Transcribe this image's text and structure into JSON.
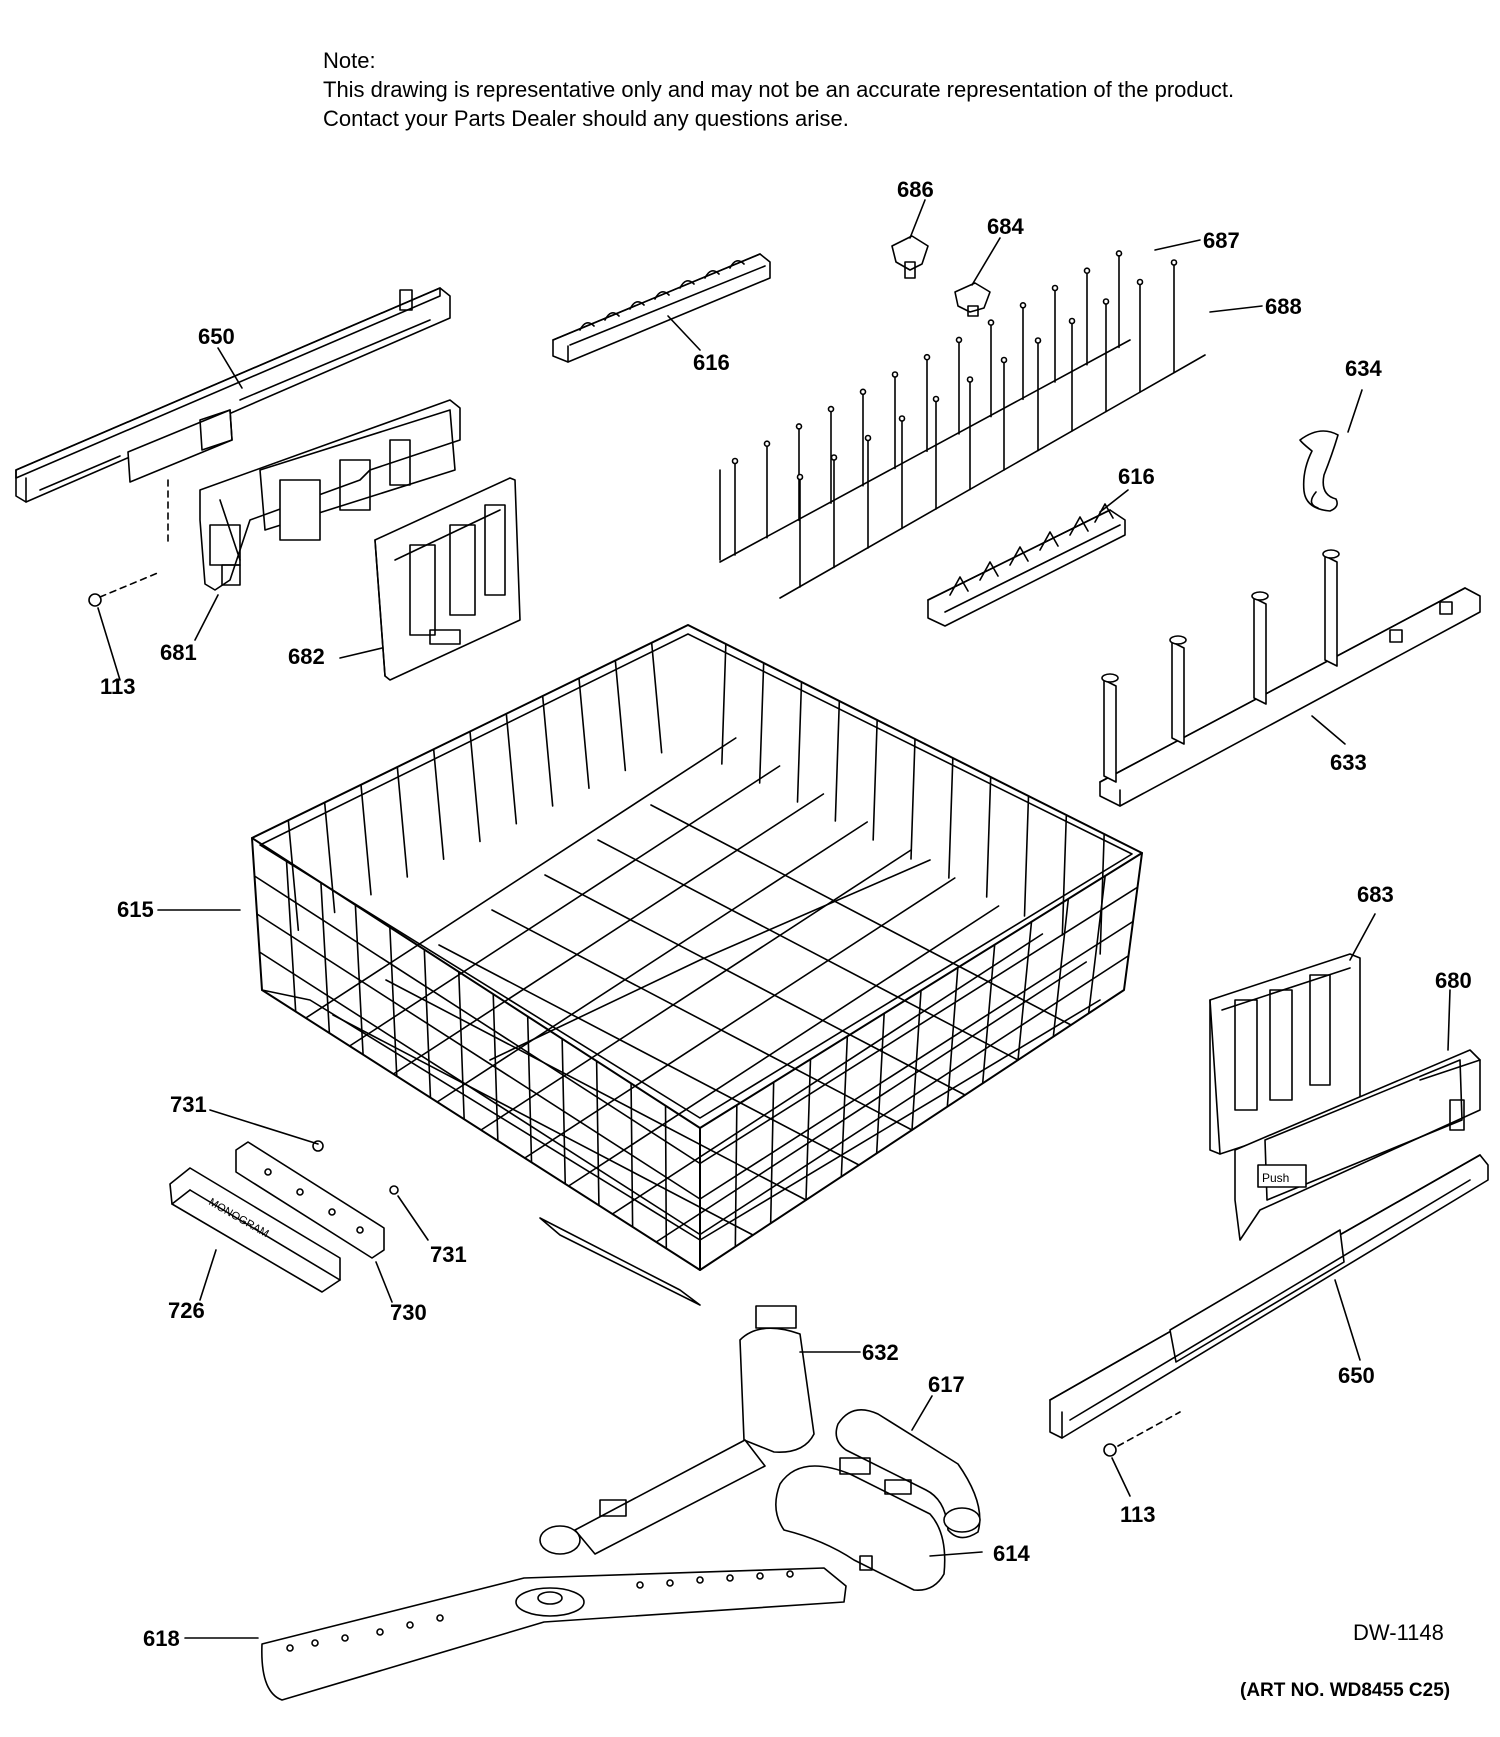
{
  "note": {
    "heading": "Note:",
    "line1": "This drawing is representative only and may not be an accurate representation of the product.",
    "line2": "Contact your Parts Dealer should any questions arise."
  },
  "drawing_id": "DW-1148",
  "art_number": "(ART NO. WD8455 C25)",
  "parts": [
    {
      "id": "686",
      "name": "clip-686"
    },
    {
      "id": "684",
      "name": "clip-684"
    },
    {
      "id": "687",
      "name": "tine-row-687"
    },
    {
      "id": "688",
      "name": "tine-row-688"
    },
    {
      "id": "650",
      "name": "rail-650-left"
    },
    {
      "id": "616",
      "name": "rack-clip-616-top"
    },
    {
      "id": "634",
      "name": "clip-634"
    },
    {
      "id": "616",
      "name": "rack-clip-616-middle"
    },
    {
      "id": "681",
      "name": "adjuster-681"
    },
    {
      "id": "682",
      "name": "cover-682"
    },
    {
      "id": "113",
      "name": "screw-113-left"
    },
    {
      "id": "633",
      "name": "spray-manifold-633"
    },
    {
      "id": "615",
      "name": "upper-rack-615"
    },
    {
      "id": "683",
      "name": "cover-683"
    },
    {
      "id": "680",
      "name": "adjuster-680"
    },
    {
      "id": "731",
      "name": "clip-731-left"
    },
    {
      "id": "731",
      "name": "clip-731-right"
    },
    {
      "id": "726",
      "name": "nameplate-726"
    },
    {
      "id": "730",
      "name": "handle-bracket-730"
    },
    {
      "id": "632",
      "name": "spray-tube-632"
    },
    {
      "id": "617",
      "name": "hose-617"
    },
    {
      "id": "650",
      "name": "rail-650-right"
    },
    {
      "id": "113",
      "name": "screw-113-right"
    },
    {
      "id": "614",
      "name": "hose-assembly-614"
    },
    {
      "id": "618",
      "name": "spray-arm-618"
    }
  ],
  "nameplate_text": "MONOGRAM",
  "push_text": "Push"
}
